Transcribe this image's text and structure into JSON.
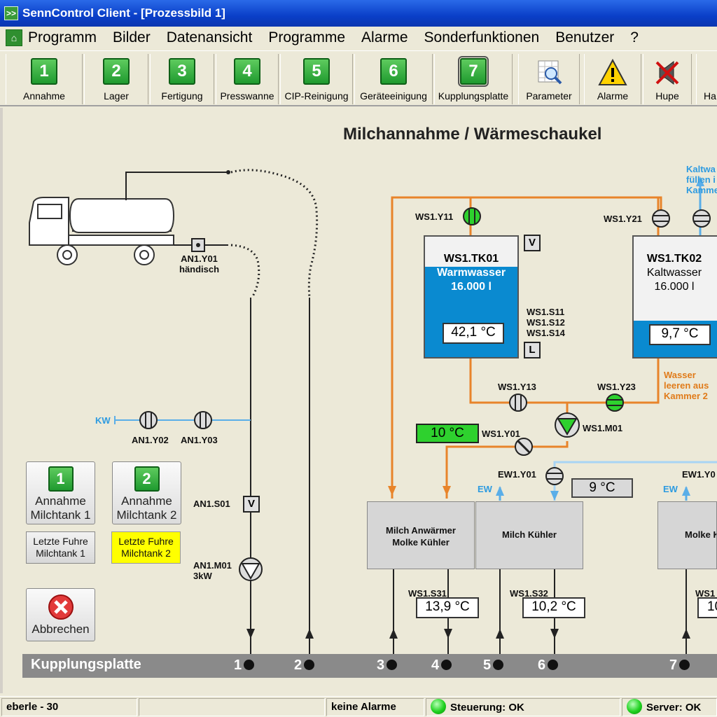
{
  "window": {
    "title": "SennControl Client - [Prozessbild 1]"
  },
  "menu": {
    "items": [
      "Programm",
      "Bilder",
      "Datenansicht",
      "Programme",
      "Alarme",
      "Sonderfunktionen",
      "Benutzer",
      "?"
    ]
  },
  "toolbar": {
    "buttons": [
      {
        "num": "1",
        "label": "Annahme"
      },
      {
        "num": "2",
        "label": "Lager"
      },
      {
        "num": "3",
        "label": "Fertigung"
      },
      {
        "num": "4",
        "label": "Presswanne"
      },
      {
        "num": "5",
        "label": "CIP-Reinigung"
      },
      {
        "num": "6",
        "label": "Geräteeinigung"
      },
      {
        "num": "7",
        "label": "Kupplungsplatte"
      }
    ],
    "parameter_label": "Parameter",
    "alarme_label": "Alarme",
    "hupe_label": "Hupe",
    "cut_label": "Ha"
  },
  "process": {
    "title": "Milchannahme / Wärmeschaukel",
    "truck_valve_tag": "AN1.Y01",
    "truck_valve_mode": "händisch",
    "kw_label": "KW",
    "an1_y02": "AN1.Y02",
    "an1_y03": "AN1.Y03",
    "an1_s01": "AN1.S01",
    "an1_m01": "AN1.M01",
    "an1_m01_power": "3kW",
    "s01_box": "V",
    "ws1_y11": "WS1.Y11",
    "ws1_y21": "WS1.Y21",
    "ws1_y13": "WS1.Y13",
    "ws1_y23": "WS1.Y23",
    "ws1_y01": "WS1.Y01",
    "ws1_m01": "WS1.M01",
    "ws1_s11": "WS1.S11",
    "ws1_s12": "WS1.S12",
    "ws1_s14": "WS1.S14",
    "box_v": "V",
    "box_l": "L",
    "ew1_y01": "EW1.Y01",
    "ew1_y01b": "EW1.Y0",
    "ew_label_1": "EW",
    "ew_label_2": "EW",
    "ws1_s31": "WS1.S31",
    "ws1_s32": "WS1.S32",
    "ws1_cut": "WS1",
    "kaltwasser_note": [
      "Kaltwa",
      "füllen i",
      "Kamme"
    ],
    "wasser_leeren": [
      "Wasser",
      "leeren aus",
      "Kammer 2"
    ],
    "tank1": {
      "name": "WS1.TK01",
      "medium": "Warmwasser",
      "volume": "16.000 l",
      "temp": "42,1 °C",
      "level": 0.75
    },
    "tank2": {
      "name": "WS1.TK02",
      "medium": "Kaltwasser",
      "volume": "16.000 l",
      "temp": "9,7 °C",
      "level": 0.3
    },
    "mix_temp": "10 °C",
    "ew_temp": "9 °C",
    "s31_temp": "13,9 °C",
    "s32_temp": "10,2 °C",
    "s_cut_temp": "10",
    "hx1": [
      "Milch Anwärmer",
      "Molke Kühler"
    ],
    "hx2": "Milch Kühler",
    "hx3": "Molke K"
  },
  "panel": {
    "btn1_num": "1",
    "btn1_label": [
      "Annahme",
      "Milchtank 1"
    ],
    "btn2_num": "2",
    "btn2_label": [
      "Annahme",
      "Milchtank 2"
    ],
    "last1": [
      "Letzte Fuhre",
      "Milchtank 1"
    ],
    "last2": [
      "Letzte Fuhre",
      "Milchtank 2"
    ],
    "cancel_label": "Abbrechen"
  },
  "kupplungsplatte": {
    "title": "Kupplungsplatte",
    "ports": [
      "1",
      "2",
      "3",
      "4",
      "5",
      "6",
      "7"
    ]
  },
  "status": {
    "user": "eberle - 30",
    "alarms": "keine Alarme",
    "steuerung": "Steuerung: OK",
    "server": "Server: OK"
  },
  "colors": {
    "orange_line": "#e8842a",
    "blue_line": "#5aaee8",
    "tank_fill": "#0a8ad0",
    "ok_led": "#1fd11f",
    "highlight": "#ffff00"
  }
}
